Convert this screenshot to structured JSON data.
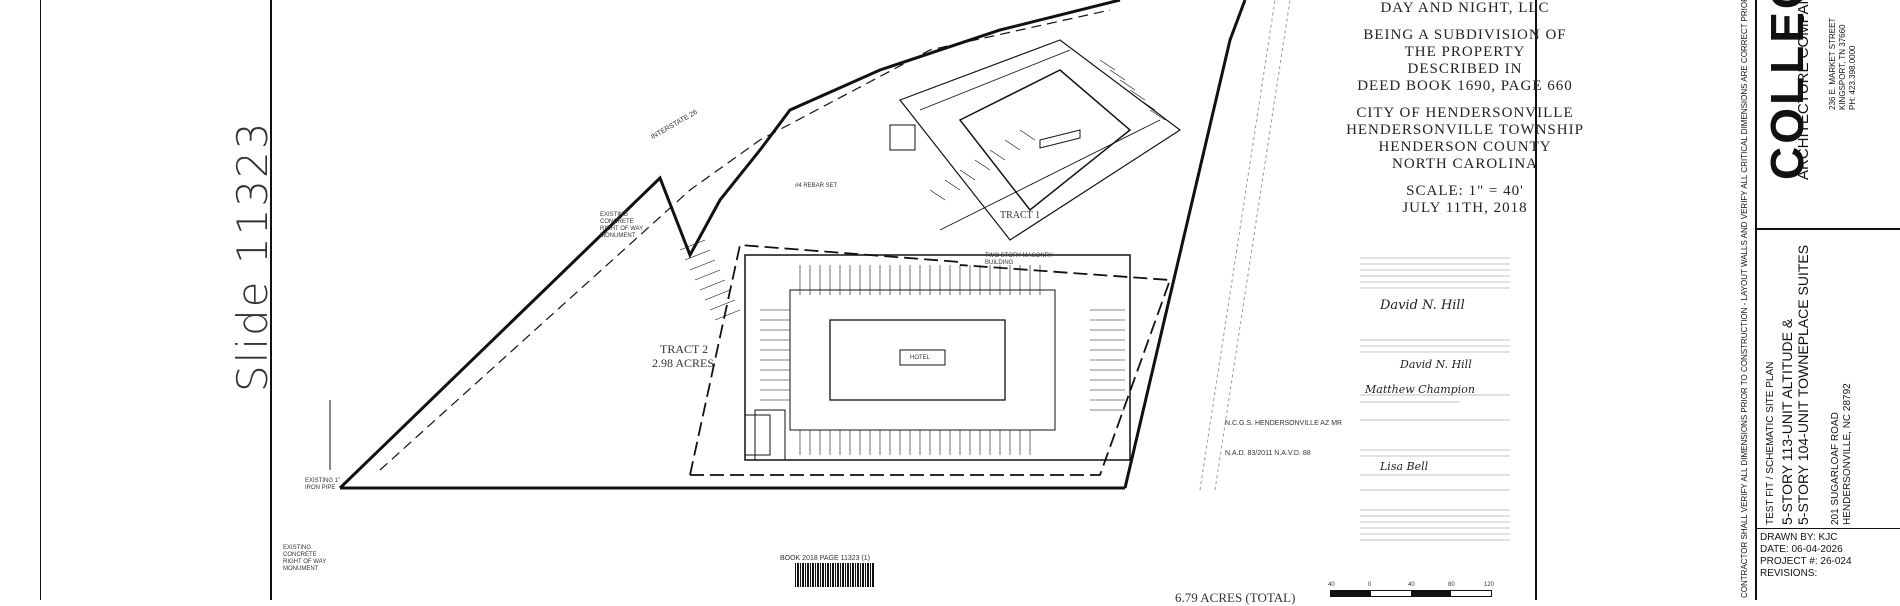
{
  "slide_note": "Slide 11323",
  "title_block": {
    "owner": "DAY AND NIGHT, LLC",
    "lines": [
      "BEING A SUBDIVISION OF",
      "THE PROPERTY",
      "DESCRIBED IN",
      "DEED BOOK 1690, PAGE 660"
    ],
    "location": [
      "CITY OF HENDERSONVILLE",
      "HENDERSONVILLE TOWNSHIP",
      "HENDERSON COUNTY",
      "NORTH CAROLINA"
    ],
    "scale": "SCALE: 1\" = 40'",
    "date": "JULY 11th, 2018"
  },
  "plan_labels": {
    "tract1": "TRACT 1",
    "tract2": "TRACT 2",
    "tract2_area": "2.98 ACRES",
    "two_story": "TWO STORY MASONRY BUILDING",
    "interstate": "INTERSTATE 26",
    "rebar": "#4 REBAR SET",
    "iron_pipe": "EXISTING 1\" IRON PIPE",
    "concrete": "EXISTING CONCRETE RIGHT OF WAY MONUMENT",
    "hotel_building": "HOTEL",
    "total": "6.79 ACRES (TOTAL)",
    "ncgs": "N.C.G.S. HENDERSONVILLE AZ MR",
    "nad": "N.A.D. 83/2011  N.A.V.D. 88",
    "book_page": "BOOK 2018 PAGE 11323 (1)"
  },
  "signatures": {
    "surveyor": "David N. Hill",
    "director": "Matthew Champion",
    "officer": "Lisa Bell"
  },
  "sidebar": {
    "logo": "COLLECTIVE",
    "logo_sub": "ARCHITECTURE COMPANY",
    "address": [
      "236 E. MARKET STREET",
      "KINGSPORT, TN 37660",
      "PH: 423.398.0000"
    ],
    "project_title": [
      "TEST FIT / SCHEMATIC SITE PLAN",
      "5-STORY 113-UNIT ALTITUDE &",
      "5-STORY 104-UNIT TOWNEPLACE SUITES"
    ],
    "project_address": [
      "201 SUGARLOAF ROAD",
      "HENDERSONVILLE, NC 28792"
    ],
    "drawn_by": "DRAWN BY: KJC",
    "date": "DATE: 06-04-2026",
    "project_no": "PROJECT #: 26-024",
    "revisions": "REVISIONS:",
    "disclaimer": "CONTRACTOR SHALL VERIFY ALL DIMENSIONS PRIOR TO CONSTRUCTION - LAYOUT WALLS AND VERIFY ALL CRITICAL DIMENSIONS ARE CORRECT PRIOR TO CONSTRUCTION. ANY ISSUES SHOULD BE"
  },
  "scale_ticks": [
    "40",
    "0",
    "40",
    "80",
    "120"
  ]
}
